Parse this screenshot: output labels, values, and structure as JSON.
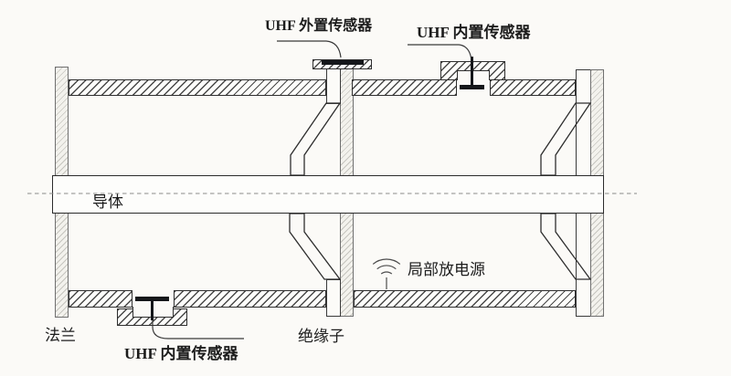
{
  "colors": {
    "background": "#fbfaf7",
    "line": "#2e2e2e",
    "light_hatch": "#c6c5bf",
    "sensor_black": "#15171a",
    "centerline_gray": "#8a8a8a"
  },
  "labels": {
    "uhf_external_sensor": "UHF 外置传感器",
    "uhf_internal_sensor_top": "UHF 内置传感器",
    "uhf_internal_sensor_bottom": "UHF 内置传感器",
    "conductor": "导体",
    "flange": "法兰",
    "insulator": "绝缘子",
    "partial_discharge_source": "局部放电源"
  },
  "icons": {
    "partial_discharge": "signal-waves-icon"
  }
}
